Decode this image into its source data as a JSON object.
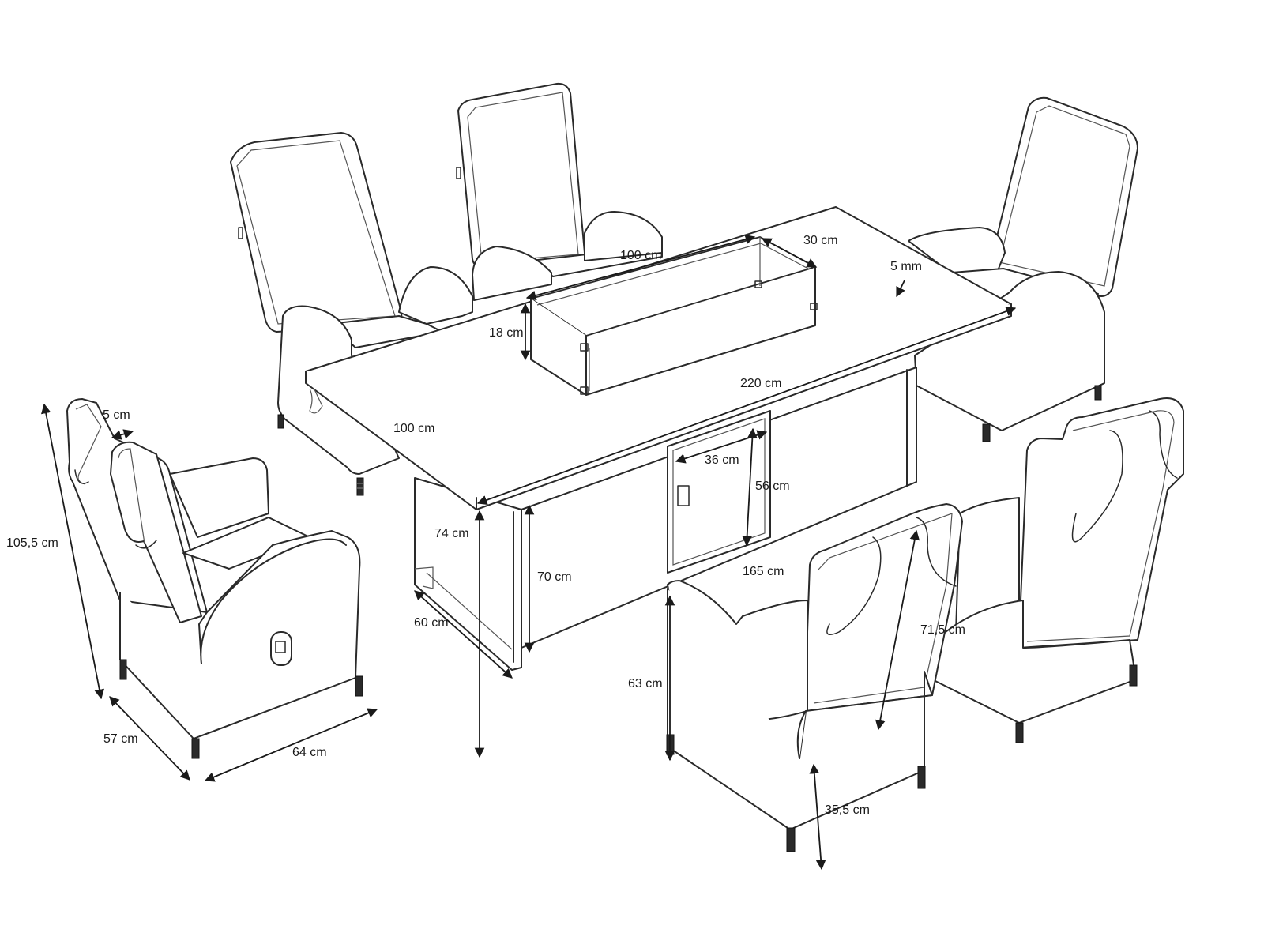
{
  "dimensions": {
    "burner_length": "100 cm",
    "burner_width": "30 cm",
    "glass_thickness": "5 mm",
    "burner_height": "18 cm",
    "table_length": "220 cm",
    "table_width": "100 cm",
    "door_width": "36 cm",
    "door_height": "56 cm",
    "table_height": "74 cm",
    "cabinet_height": "70 cm",
    "cabinet_length": "165 cm",
    "cabinet_depth": "60 cm",
    "chair_height": "105,5 cm",
    "armrest_width": "5 cm",
    "chair_depth": "57 cm",
    "chair_width": "64 cm",
    "arm_height": "63 cm",
    "backrest_height": "71,5 cm",
    "seat_height": "35,5 cm"
  },
  "colors": {
    "line": "#2a2a2a",
    "background": "#ffffff",
    "legs": "#2a2a2a"
  }
}
